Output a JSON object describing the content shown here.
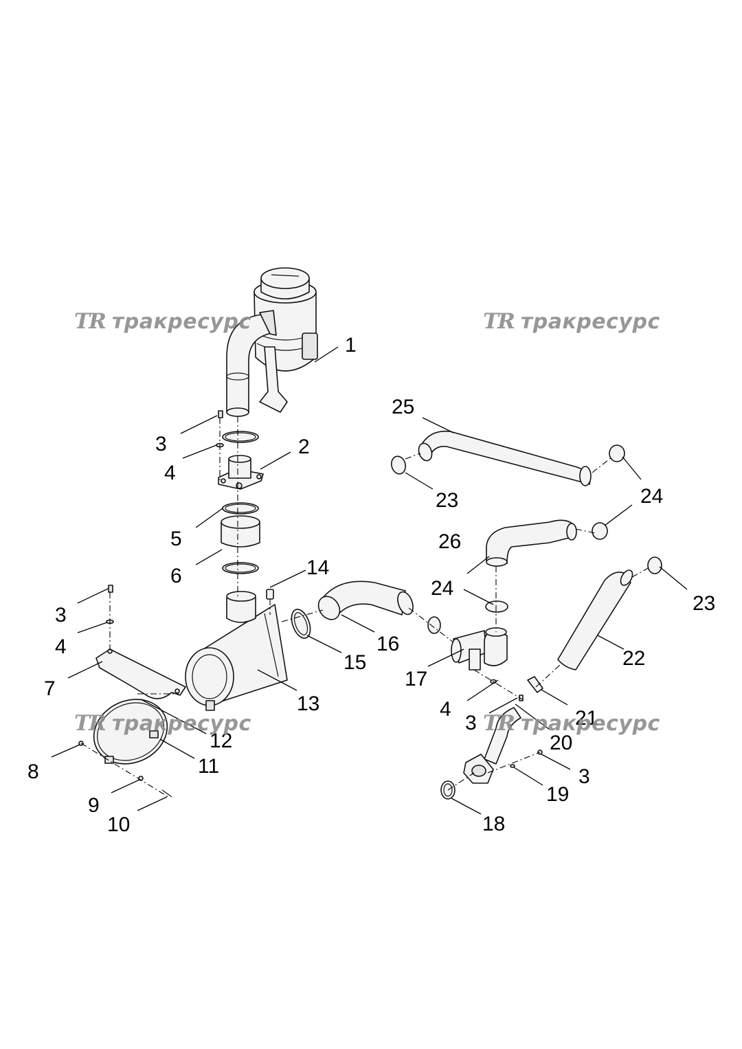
{
  "watermark": {
    "logo_text": "TR",
    "brand_text": "тракресурс"
  },
  "callouts": {
    "c1": "1",
    "c2": "2",
    "c3a": "3",
    "c4a": "4",
    "c5": "5",
    "c6": "6",
    "c3b": "3",
    "c4b": "4",
    "c7": "7",
    "c8": "8",
    "c9": "9",
    "c10": "10",
    "c11": "11",
    "c12": "12",
    "c13": "13",
    "c14": "14",
    "c15": "15",
    "c16": "16",
    "c17": "17",
    "c4c": "4",
    "c3c": "3",
    "c18": "18",
    "c19": "19",
    "c3d": "3",
    "c20": "20",
    "c21": "21",
    "c22": "22",
    "c23a": "23",
    "c23b": "23",
    "c24a": "24",
    "c24b": "24",
    "c25": "25",
    "c26": "26"
  }
}
